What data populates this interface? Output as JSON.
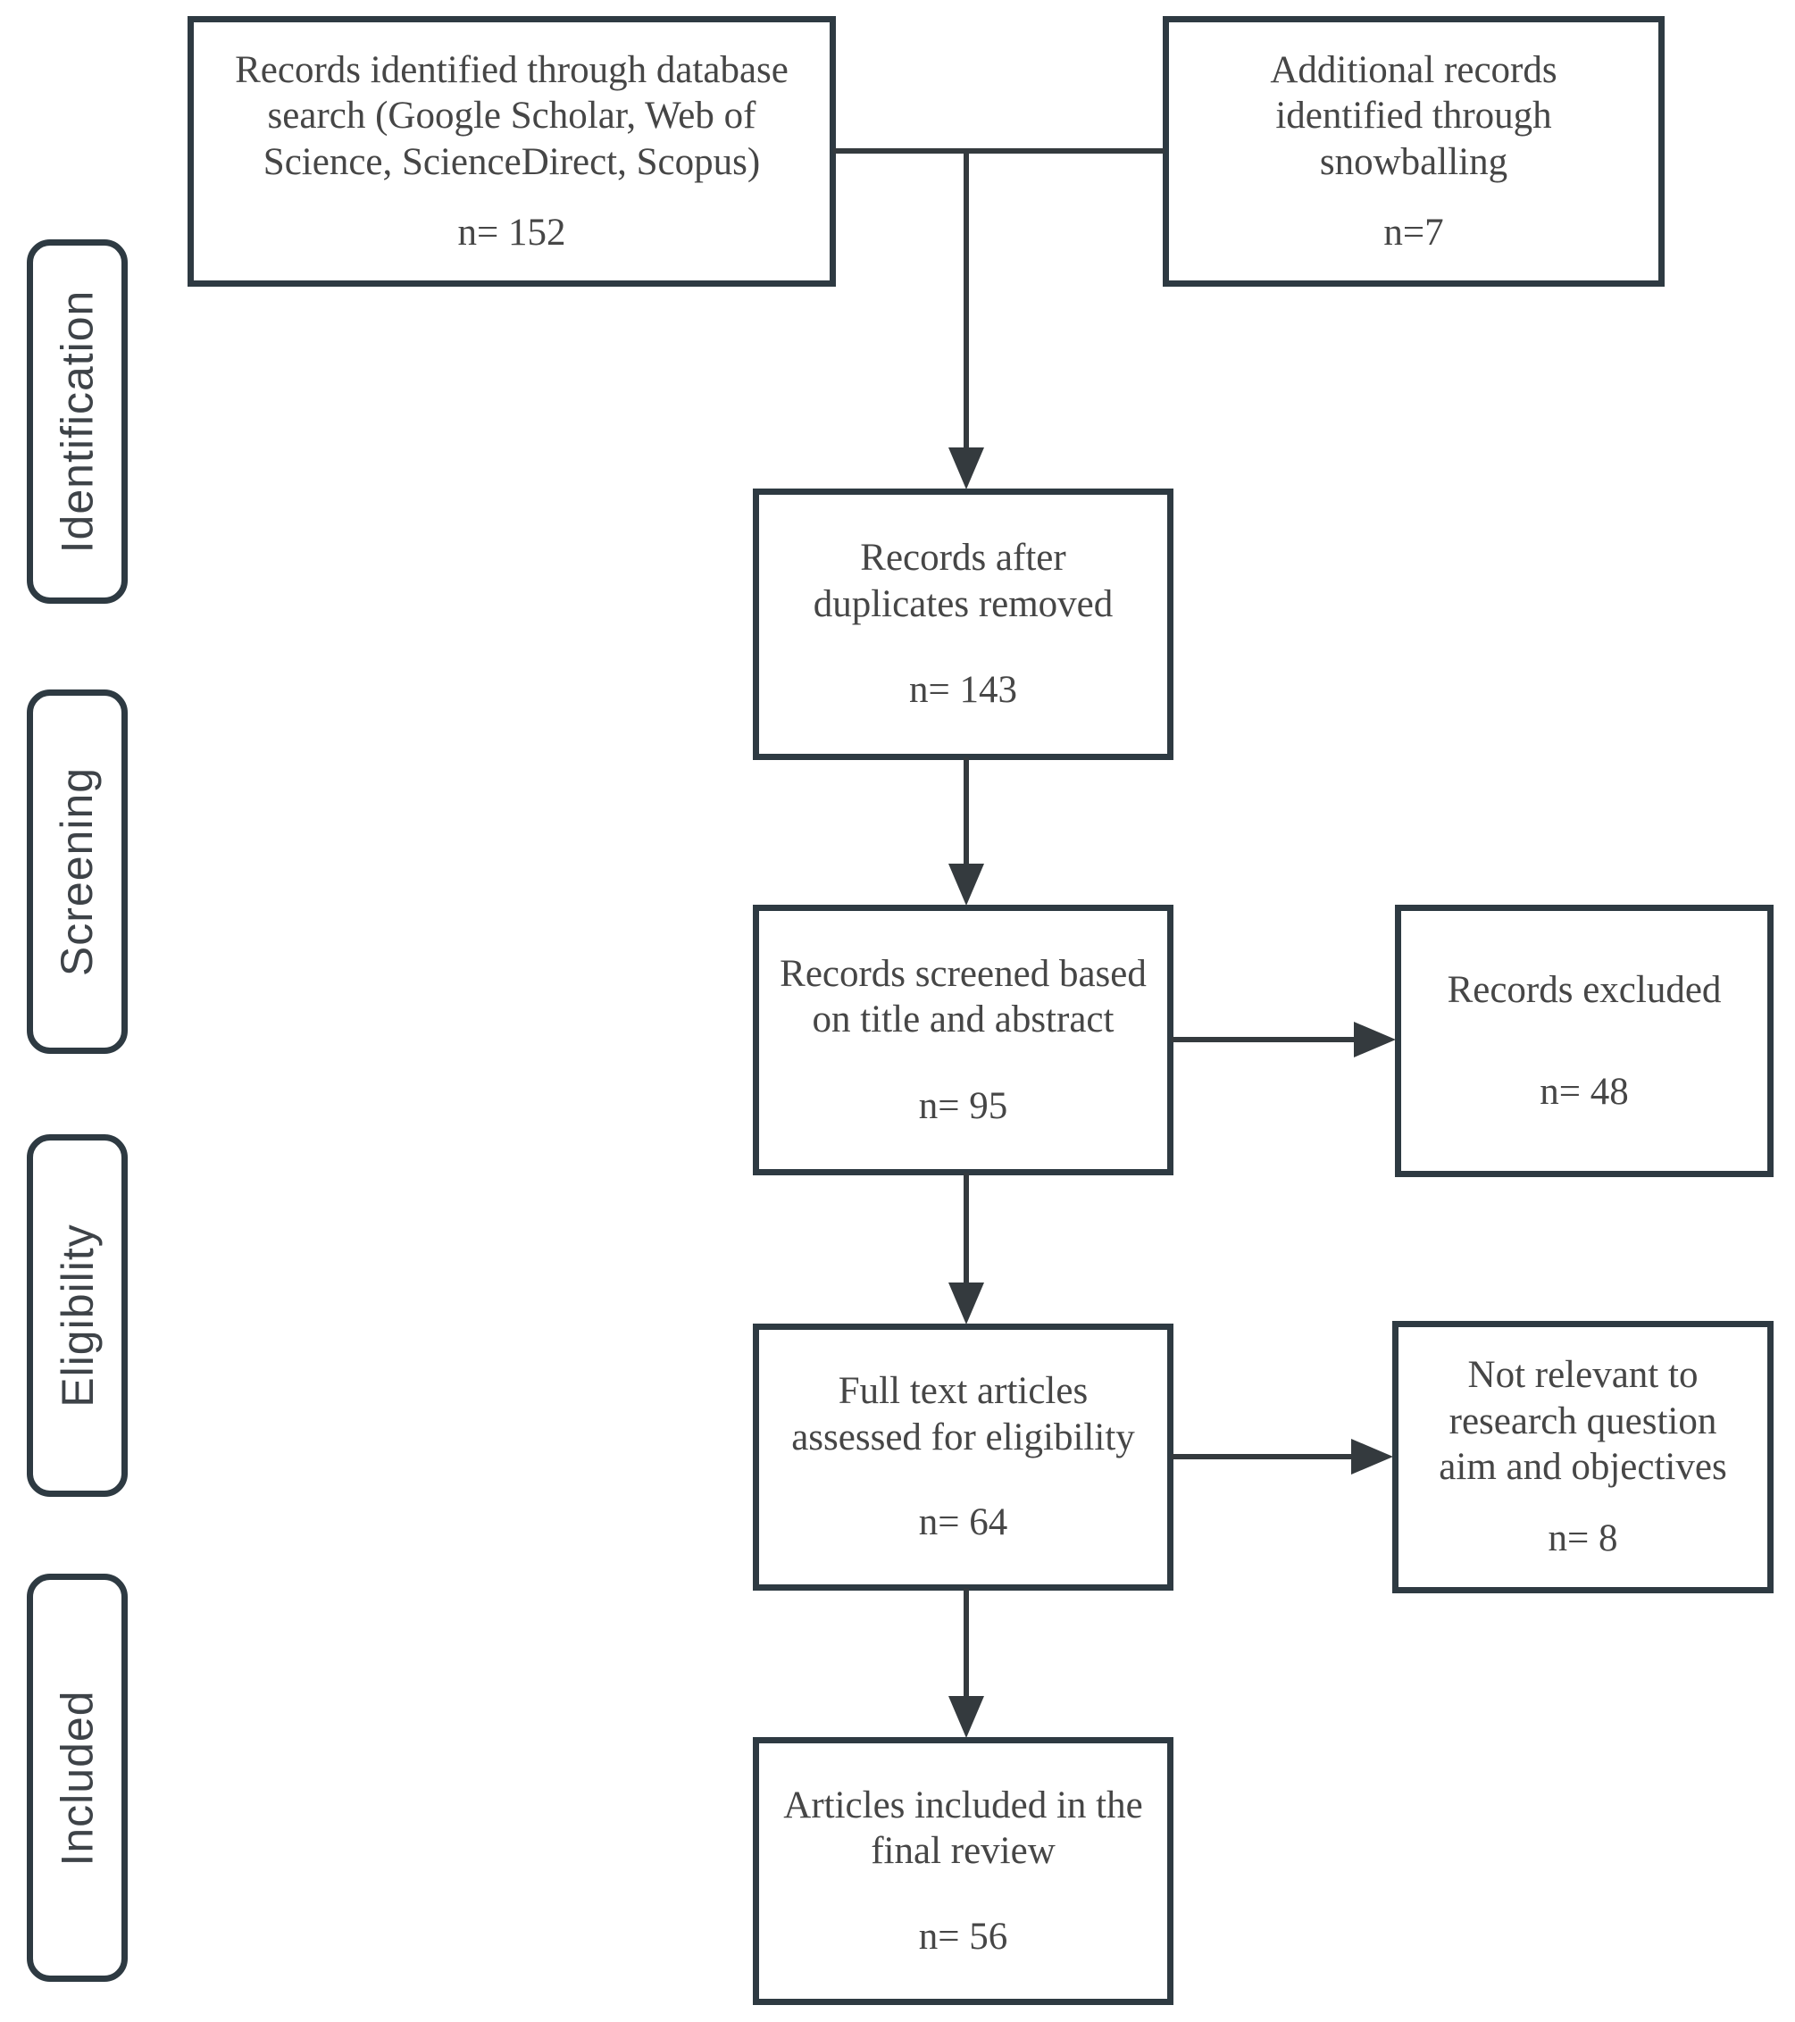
{
  "stages": [
    {
      "label": "Identification"
    },
    {
      "label": "Screening"
    },
    {
      "label": "Eligibility"
    },
    {
      "label": "Included"
    }
  ],
  "boxes": {
    "db_search": {
      "label": "Records identified through database\nsearch (Google Scholar, Web of\nScience, ScienceDirect, Scopus)",
      "count": "n= 152"
    },
    "snowballing": {
      "label": "Additional records\nidentified through\nsnowballing",
      "count": "n=7"
    },
    "duplicates_removed": {
      "label": "Records after\nduplicates removed",
      "count": "n= 143"
    },
    "screened": {
      "label": "Records screened based\non title and abstract",
      "count": "n= 95"
    },
    "excluded": {
      "label": "Records excluded",
      "count": "n= 48"
    },
    "full_text": {
      "label": "Full text articles\nassessed for eligibility",
      "count": "n= 64"
    },
    "not_relevant": {
      "label": "Not relevant to\nresearch question\naim and objectives",
      "count": "n= 8"
    },
    "included": {
      "label": "Articles included in the\nfinal review",
      "count": "n= 56"
    }
  },
  "colors": {
    "box_border": "#2e3a42",
    "connector": "#343a3e",
    "box_text": "#464646",
    "stage_text": "#3e4348",
    "background": "#ffffff"
  }
}
